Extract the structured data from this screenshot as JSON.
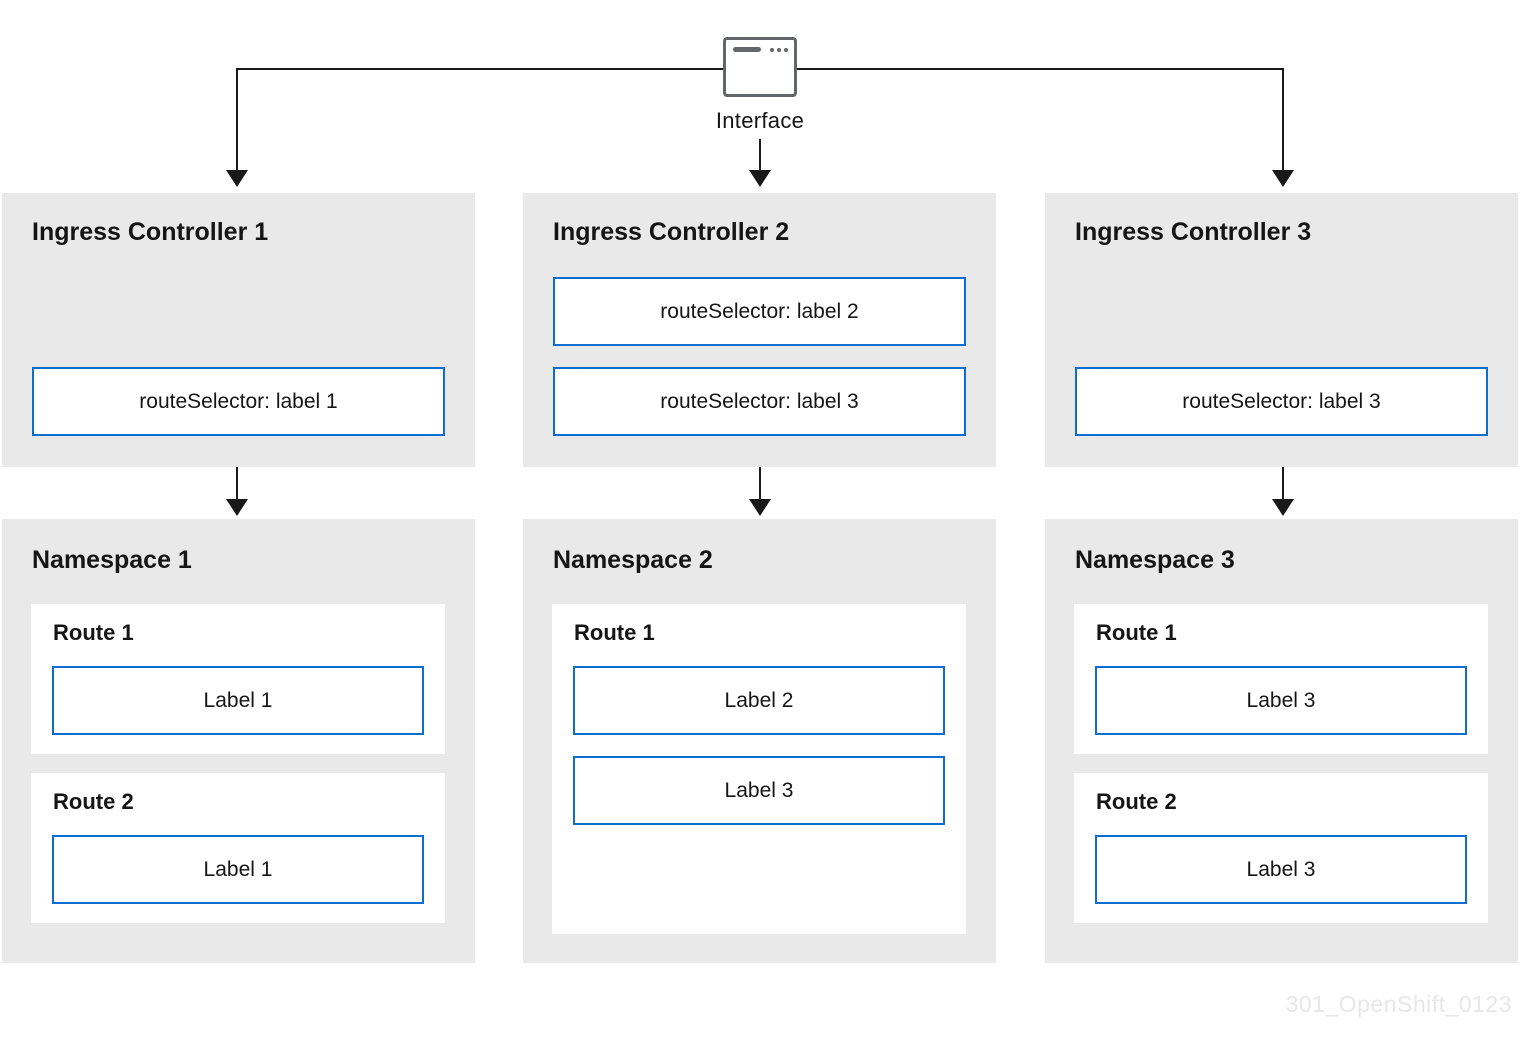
{
  "interface": {
    "label": "Interface",
    "icon": "browser-window-icon"
  },
  "controllers": [
    {
      "title": "Ingress Controller 1",
      "selectors": [
        "routeSelector: label 1"
      ]
    },
    {
      "title": "Ingress Controller 2",
      "selectors": [
        "routeSelector: label 2",
        "routeSelector: label 3"
      ]
    },
    {
      "title": "Ingress Controller 3",
      "selectors": [
        "routeSelector: label 3"
      ]
    }
  ],
  "namespaces": [
    {
      "title": "Namespace 1",
      "routes": [
        {
          "name": "Route 1",
          "labels": [
            "Label 1"
          ]
        },
        {
          "name": "Route 2",
          "labels": [
            "Label 1"
          ]
        }
      ]
    },
    {
      "title": "Namespace 2",
      "routes": [
        {
          "name": "Route 1",
          "labels": [
            "Label 2",
            "Label 3"
          ]
        }
      ]
    },
    {
      "title": "Namespace 3",
      "routes": [
        {
          "name": "Route 1",
          "labels": [
            "Label 3"
          ]
        },
        {
          "name": "Route 2",
          "labels": [
            "Label 3"
          ]
        }
      ]
    }
  ],
  "watermark": "301_OpenShift_0123",
  "colors": {
    "panel_gray": "#e9e9e9",
    "accent_blue": "#0d6dd0",
    "connector_dark": "#191919",
    "text_dark": "#151515",
    "icon_gray": "#63666a",
    "watermark_gray": "#e7e7e7"
  }
}
